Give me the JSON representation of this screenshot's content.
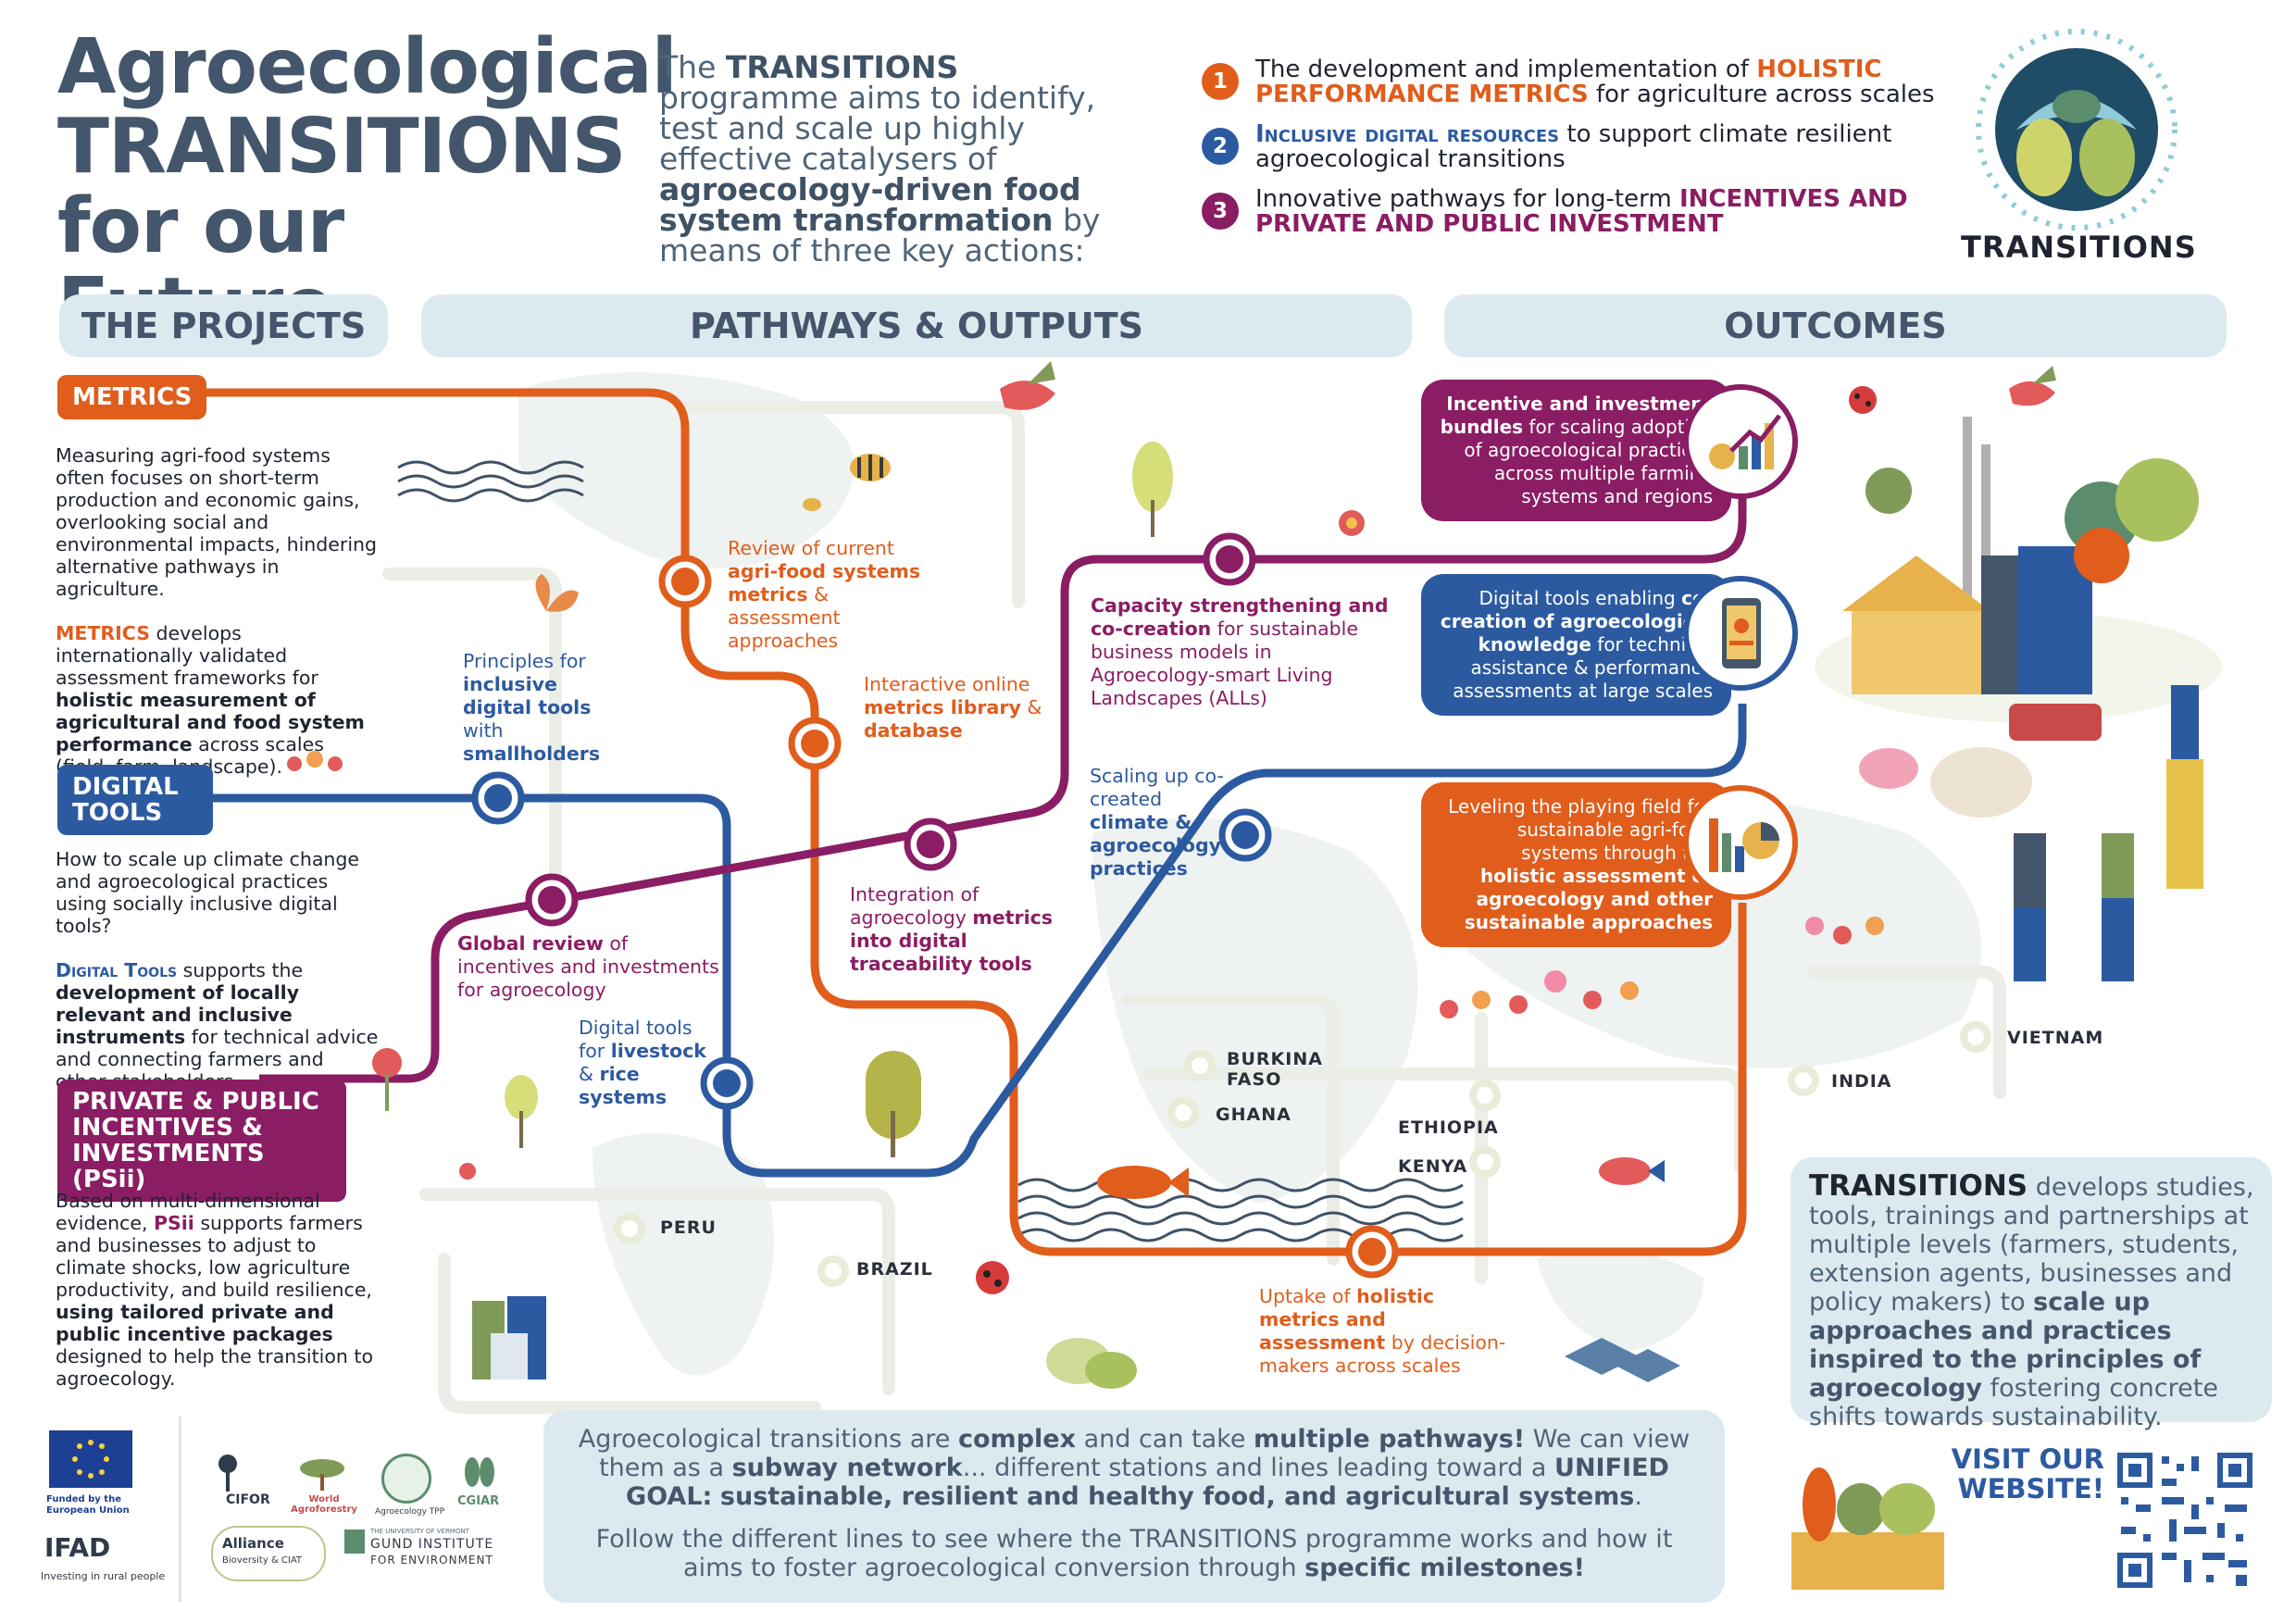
{
  "title": {
    "line1": "Agroecological",
    "line2": "TRANSITIONS",
    "line3": "for our Future"
  },
  "intro": {
    "p1": "The ",
    "b1": "TRANSITIONS",
    "p2": " programme aims to identify, test and scale up highly effective catalysers of ",
    "b2": "agroecology-driven food system transformation",
    "p3": " by means of three key actions:"
  },
  "actions": [
    {
      "num": "1",
      "pre": "The development and implementation of ",
      "hl": "HOLISTIC PERFORMANCE METRICS",
      "post": " for agriculture across scales",
      "color": "#e05d1c"
    },
    {
      "num": "2",
      "pre": "",
      "hl": "Inclusive digital resources",
      "post": " to support climate resilient agroecological transitions",
      "color": "#2c5aa0"
    },
    {
      "num": "3",
      "pre": "Innovative pathways for long-term ",
      "hl": "INCENTIVES AND PRIVATE AND PUBLIC INVESTMENT",
      "post": "",
      "color": "#8a1d63"
    }
  ],
  "logo": {
    "text": "TRANSITIONS"
  },
  "headers": {
    "projects": "THE PROJECTS",
    "pathways": "PATHWAYS & OUTPUTS",
    "outcomes": "OUTCOMES"
  },
  "projects": {
    "metrics": {
      "tag": "METRICS",
      "p1": "Measuring agri-food systems often focuses on short-term production and economic gains, overlooking social and environmental impacts, hindering alternative pathways in agriculture.",
      "p2a": "METRICS",
      "p2b": " develops internationally validated assessment frameworks for ",
      "p2c": "holistic measurement of agricultural and food system performance",
      "p2d": " across scales (field, farm, landscape)."
    },
    "digital": {
      "tag": "DIGITAL TOOLS",
      "p1": "How to scale up climate change and agroecological practices using socially inclusive digital tools?",
      "p2a": "Digital Tools",
      "p2b": " supports the ",
      "p2c": "development of locally relevant and inclusive instruments",
      "p2d": " for technical advice and connecting farmers and other stakeholders."
    },
    "psii": {
      "tag": "PRIVATE & PUBLIC INCENTIVES & INVESTMENTS (PSii)",
      "p1a": "Based on multi-dimensional evidence, ",
      "p1b": "PSii",
      "p1c": " supports farmers and businesses to adjust to climate shocks, low agriculture productivity, and build resilience, ",
      "p1d": "using tailored private and public incentive packages",
      "p1e": " designed to help the transition to agroecology."
    }
  },
  "stations": {
    "review_metrics": {
      "a": "Review of current ",
      "b": "agri-food systems metrics",
      "c": " & assessment approaches"
    },
    "library": {
      "a": "Interactive online ",
      "b": "metrics library",
      "c": " & ",
      "d": "database"
    },
    "integration": {
      "a": "Integration of agroecology ",
      "b": "metrics into digital traceability tools"
    },
    "principles": {
      "a": "Principles for ",
      "b": "inclusive digital tools",
      "c": " with ",
      "d": "smallholders"
    },
    "global_review": {
      "a": "Global review",
      "b": " of incentives and investments for agroecology"
    },
    "livestock": {
      "a": "Digital tools for ",
      "b": "livestock",
      "c": " & ",
      "d": "rice systems"
    },
    "capacity": {
      "a": "Capacity strengthening and co-creation",
      "b": " for sustainable business models in Agroecology-smart Living Landscapes (ALLs)"
    },
    "scaling": {
      "a": "Scaling up co-created ",
      "b": "climate & agroecology practices"
    },
    "uptake": {
      "a": "Uptake of ",
      "b": "holistic metrics and assessment",
      "c": " by decision-makers across scales"
    }
  },
  "outcomes": {
    "incentive": {
      "a": "Incentive and investment bundles",
      "b": " for scaling adoption of agroecological practices across multiple farming systems and regions"
    },
    "digital": {
      "a": "Digital tools enabling ",
      "b": "co-creation of agroecological knowledge",
      "c": " for technical assistance & performance assessments at large scales"
    },
    "leveling": {
      "a": "Leveling the playing field for sustainable agri-food systems through the ",
      "b": "holistic assessment of agroecology and other sustainable approaches"
    }
  },
  "countries": [
    "PERU",
    "BRAZIL",
    "BURKINA FASO",
    "GHANA",
    "ETHIOPIA",
    "KENYA",
    "INDIA",
    "VIETNAM"
  ],
  "summary": {
    "brand": "TRANSITIONS",
    "a": " develops studies, tools, trainings and partnerships at multiple levels (farmers, students, extension agents, businesses and policy makers) to ",
    "b": "scale up approaches and practices inspired to the principles of agroecology",
    "c": " fostering concrete shifts towards sustainability."
  },
  "bottom": {
    "l1a": "Agroecological transitions are ",
    "l1b": "complex",
    "l1c": " and can take ",
    "l1d": "multiple pathways!",
    "l1e": " We can view them as a ",
    "l1f": "subway network",
    "l1g": "... different stations and lines leading toward a ",
    "l1h": "UNIFIED GOAL:",
    "l1i": "sustainable, resilient and healthy food, and agricultural systems",
    "l1j": ".",
    "l2a": "Follow the different lines to see where the TRANSITIONS programme works and how it aims to foster agroecological conversion through ",
    "l2b": "specific milestones!"
  },
  "visit": {
    "line1": "VISIT OUR",
    "line2": "WEBSITE!"
  },
  "partners": {
    "eu": "Funded by the European Union",
    "ifad": "IFAD",
    "ifad_sub": "Investing in rural people",
    "cifor": "CIFOR",
    "icraf": "World Agroforestry",
    "tpp": "Agroecology TPP",
    "cgiar": "CGIAR",
    "alliance": "Alliance",
    "alliance_sub": "Bioversity & CIAT",
    "gund_top": "THE UNIVERSITY OF VERMONT",
    "gund": "GUND INSTITUTE",
    "gund_sub": "FOR ENVIRONMENT"
  },
  "colors": {
    "metrics": "#e05d1c",
    "digital": "#2c5aa0",
    "psii": "#8a1d63",
    "header_bg": "#dceaf0",
    "title": "#44566b"
  }
}
